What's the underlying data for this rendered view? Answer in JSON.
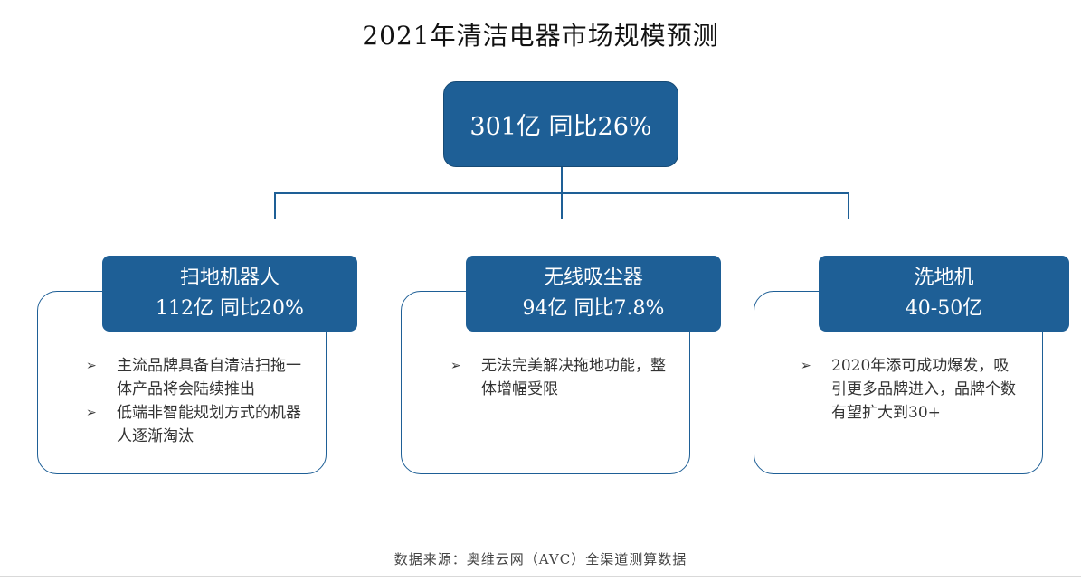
{
  "title": "2021年清洁电器市场规模预测",
  "root": {
    "label": "301亿  同比26%"
  },
  "branches": [
    {
      "name": "扫地机器人",
      "value": "112亿 同比20%",
      "bullets": [
        "主流品牌具备自清洁扫拖一体产品将会陆续推出",
        "低端非智能规划方式的机器人逐渐淘汰"
      ]
    },
    {
      "name": "无线吸尘器",
      "value": "94亿 同比7.8%",
      "bullets": [
        "无法完美解决拖地功能，整体增幅受限"
      ]
    },
    {
      "name": "洗地机",
      "value": "40-50亿",
      "bullets": [
        "2020年添可成功爆发，吸引更多品牌进入，品牌个数有望扩大到30+"
      ]
    }
  ],
  "bullet_marker": "➢",
  "source": "数据来源：奥维云网（AVC）全渠道测算数据",
  "colors": {
    "box": "#1e5f96",
    "text": "#333333"
  }
}
